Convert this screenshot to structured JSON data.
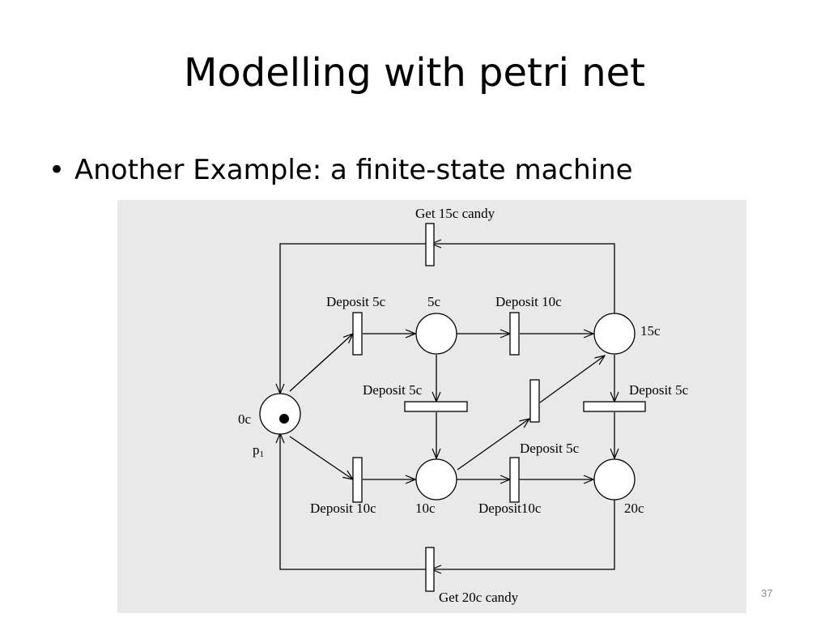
{
  "slide": {
    "title": "Modelling with petri net",
    "bullet_symbol": "•",
    "bullet_text": "Another Example: a finite-state machine",
    "page_number": "37"
  },
  "diagram": {
    "labels": {
      "get15": "Get 15c candy",
      "get20": "Get 20c candy",
      "dep5_top": "Deposit 5c",
      "dep10_top": "Deposit 10c",
      "dep5_mid": "Deposit 5c",
      "dep5_right": "Deposit 5c",
      "dep5_lower": "Deposit 5c",
      "dep10_bottom_left": "Deposit 10c",
      "dep10_bottom_right": "Deposit10c",
      "p0c": "0c",
      "p5c": "5c",
      "p10c": "10c",
      "p15c": "15c",
      "p20c": "20c",
      "p1": "p",
      "p1_sub": "1"
    },
    "tokens": {
      "p0c": 1
    }
  }
}
